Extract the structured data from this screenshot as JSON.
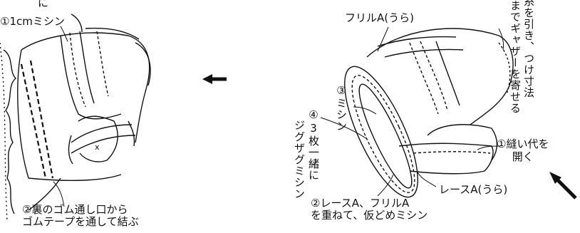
{
  "labels": {
    "top_left_fragment": "に",
    "step1_stitch": "①1cmミシン",
    "step2_elastic": "②裏のゴム通し口から\nゴムテープを通して結ぶ",
    "frill_a_back": "フリルA(うら)",
    "gather_note_lines": [
      "糸を引き、つけ寸法",
      "までギャザーを寄せる"
    ],
    "step3_sew": "③ミシン",
    "step4_zigzag": [
      "④3枚一緒に",
      "ジグザグミシン"
    ],
    "step1_open_allowance": "①縫い代を\n開く",
    "lace_a_back": "レースA(うら)",
    "step2_lace_frill": "②レースA、フリルA\nを重ねて、仮どめミシン",
    "x_mark": "x"
  },
  "colors": {
    "ink": "#111111",
    "paper": "#ffffff"
  }
}
